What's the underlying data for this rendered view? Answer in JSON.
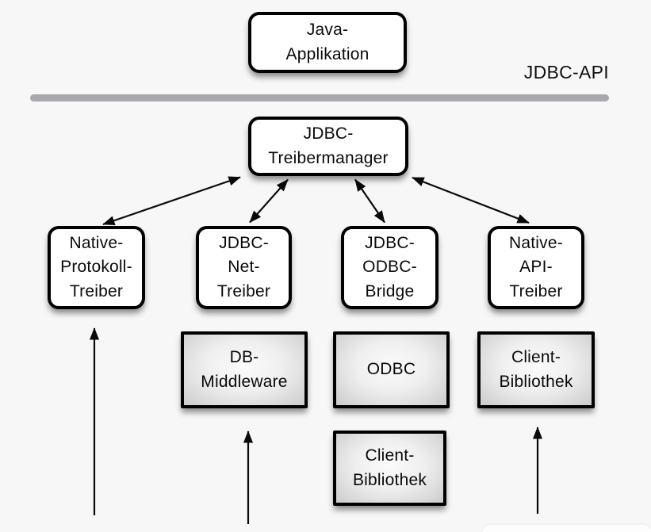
{
  "diagram": {
    "api_label": "JDBC-API",
    "nodes": {
      "java_application": {
        "label": "Java-\nApplikation"
      },
      "driver_manager": {
        "label": "JDBC-\nTreibermanager"
      },
      "native_protocol_driver": {
        "label": "Native-\nProtokoll-\nTreiber"
      },
      "jdbc_net_driver": {
        "label": "JDBC-\nNet-\nTreiber"
      },
      "jdbc_odbc_bridge": {
        "label": "JDBC-\nODBC-\nBridge"
      },
      "native_api_driver": {
        "label": "Native-\nAPI-\nTreiber"
      },
      "db_middleware": {
        "label": "DB-\nMiddleware"
      },
      "odbc": {
        "label": "ODBC"
      },
      "client_library_right": {
        "label": "Client-\nBibliothek"
      },
      "client_library_bottom": {
        "label": "Client-\nBibliothek"
      }
    },
    "colors": {
      "background": "#f7f7f7",
      "node_fill": "#ffffff",
      "node_border": "#000000",
      "gray_node_fill_center": "#fbfbfb",
      "gray_node_fill_edge": "#cbcbcb",
      "divider": "#a9a9ad",
      "arrow": "#0a0a0a"
    }
  }
}
